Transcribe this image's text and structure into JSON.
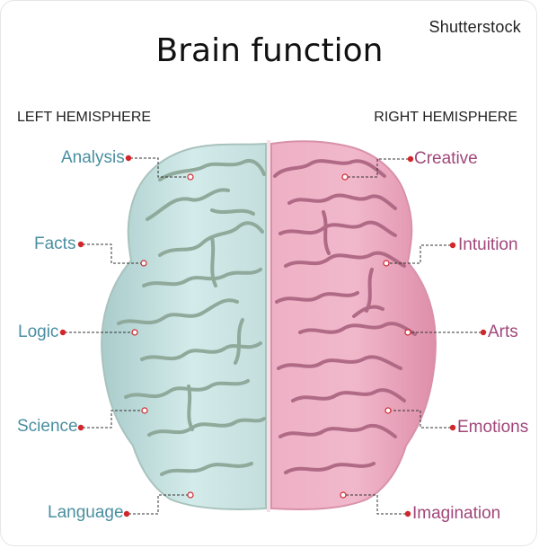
{
  "watermark": "Shutterstock",
  "title": "Brain function",
  "hemispheres": {
    "left": "LEFT HEMISPHERE",
    "right": "RIGHT HEMISPHERE"
  },
  "left_labels": [
    "Analysis",
    "Facts",
    "Logic",
    "Science",
    "Language"
  ],
  "right_labels": [
    "Creative",
    "Intuition",
    "Arts",
    "Emotions",
    "Imagination"
  ],
  "colors": {
    "left_lobe": "#cfe7e6",
    "left_fold": "#8fa99b",
    "right_lobe": "#eaa0b8",
    "right_fold": "#b06a85",
    "left_text": "#4a8fa1",
    "right_text": "#a0477a",
    "marker": "#d0262c"
  }
}
